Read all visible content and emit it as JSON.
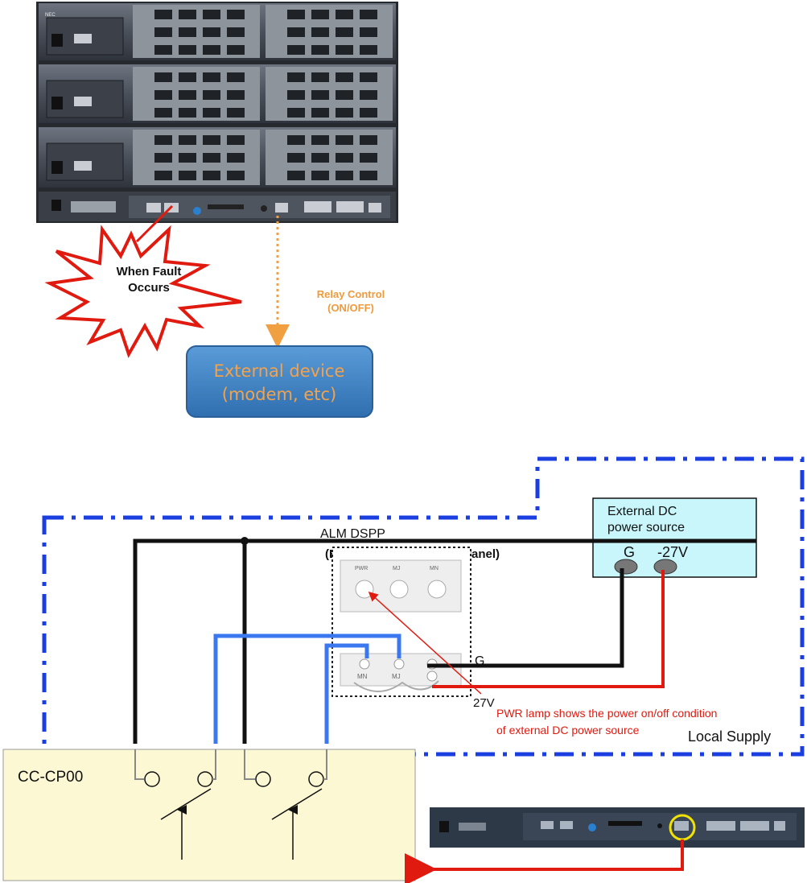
{
  "top": {
    "fault_label_line1": "When Fault",
    "fault_label_line2": "Occurs",
    "relay_label_line1": "Relay Control",
    "relay_label_line2": "(ON/OFF)",
    "device_label_line1": "External device",
    "device_label_line2": "(modem, etc)",
    "chassis_brand": "NEC"
  },
  "wiring": {
    "alm_title_line1": "ALM DSPP",
    "alm_title_line2": "(External Alarm Display Panel)",
    "power_title_line1": "External DC",
    "power_title_line2": "power source",
    "terminal_g": "G",
    "terminal_neg27v": "-27V",
    "wire_label_g": "G",
    "wire_label_27v": "27V",
    "panel_lamps": [
      "PWR",
      "MJ",
      "MN"
    ],
    "panel_terminals": [
      "MN",
      "MJ"
    ],
    "note_line1": "PWR lamp shows the power on/off condition",
    "note_line2": "of external DC power source",
    "local_supply": "Local Supply",
    "cc_label": "CC-CP00"
  },
  "colors": {
    "dash_border": "#1a3ee0",
    "wire_black": "#111111",
    "wire_blue": "#3b78f0",
    "wire_red": "#e11a10",
    "device_fill": "#3f86c9",
    "relay_text": "#f09a3a",
    "cc_fill": "#fcf8d4",
    "power_fill": "#c8f6fb",
    "note_red": "#e11a10"
  }
}
